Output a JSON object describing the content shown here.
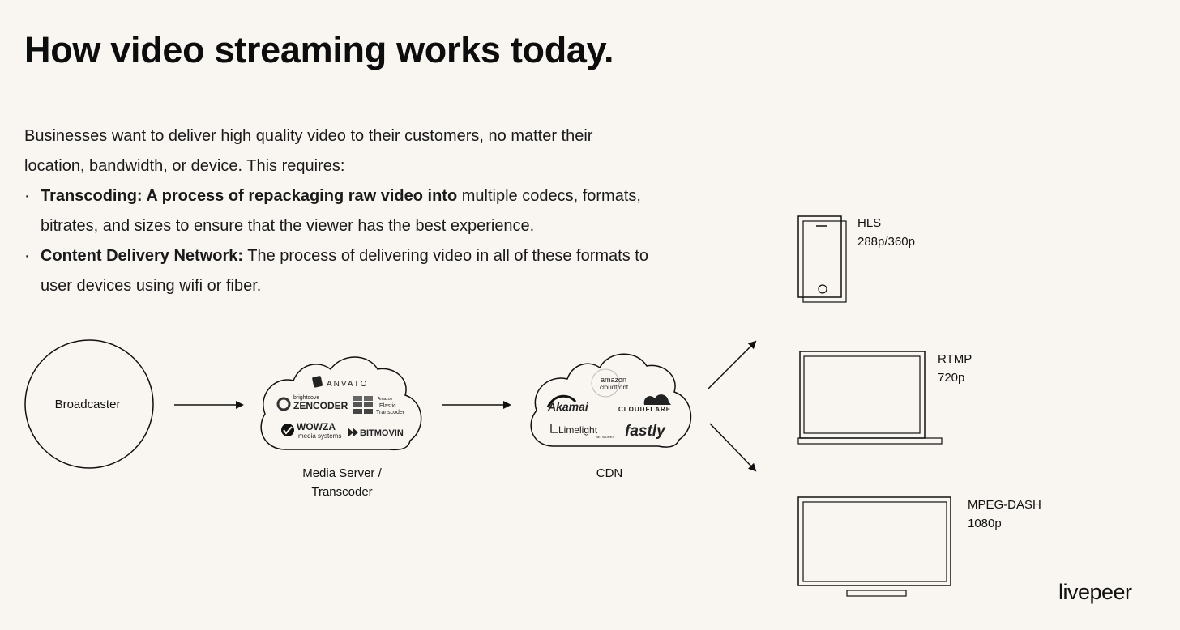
{
  "title": "How video streaming works today.",
  "intro": {
    "line1": "Businesses want to deliver high quality video to their customers, no matter their location, bandwidth, or device. This requires:",
    "bullets": [
      {
        "bold": "Transcoding: A process of repackaging raw video into",
        "text": " multiple codecs, formats, bitrates, and sizes to ensure that the viewer has the best experience."
      },
      {
        "bold": "Content Delivery Network:",
        "text": " The process of delivering video in all of these formats to user devices using wifi or fiber."
      }
    ]
  },
  "diagram": {
    "broadcaster": "Broadcaster",
    "media_server": {
      "label_line1": "Media Server /",
      "label_line2": "Transcoder",
      "logos": [
        "ANVATO",
        "brightcove",
        "ZENCODER",
        "Amazon",
        "Elastic",
        "Transcoder",
        "WOWZA",
        "media systems",
        "BITMOVIN"
      ]
    },
    "cdn": {
      "label": "CDN",
      "logos": [
        "amazon",
        "cloudfront",
        "Akamai",
        "CLOUDFLARE",
        "Limelight",
        "NETWORKS",
        "fastly"
      ]
    },
    "devices": [
      {
        "icon": "phone-icon",
        "protocol": "HLS",
        "resolution": "288p/360p"
      },
      {
        "icon": "laptop-icon",
        "protocol": "RTMP",
        "resolution": "720p"
      },
      {
        "icon": "tv-icon",
        "protocol": "MPEG-DASH",
        "resolution": "1080p"
      }
    ]
  },
  "brand": "livepeer"
}
